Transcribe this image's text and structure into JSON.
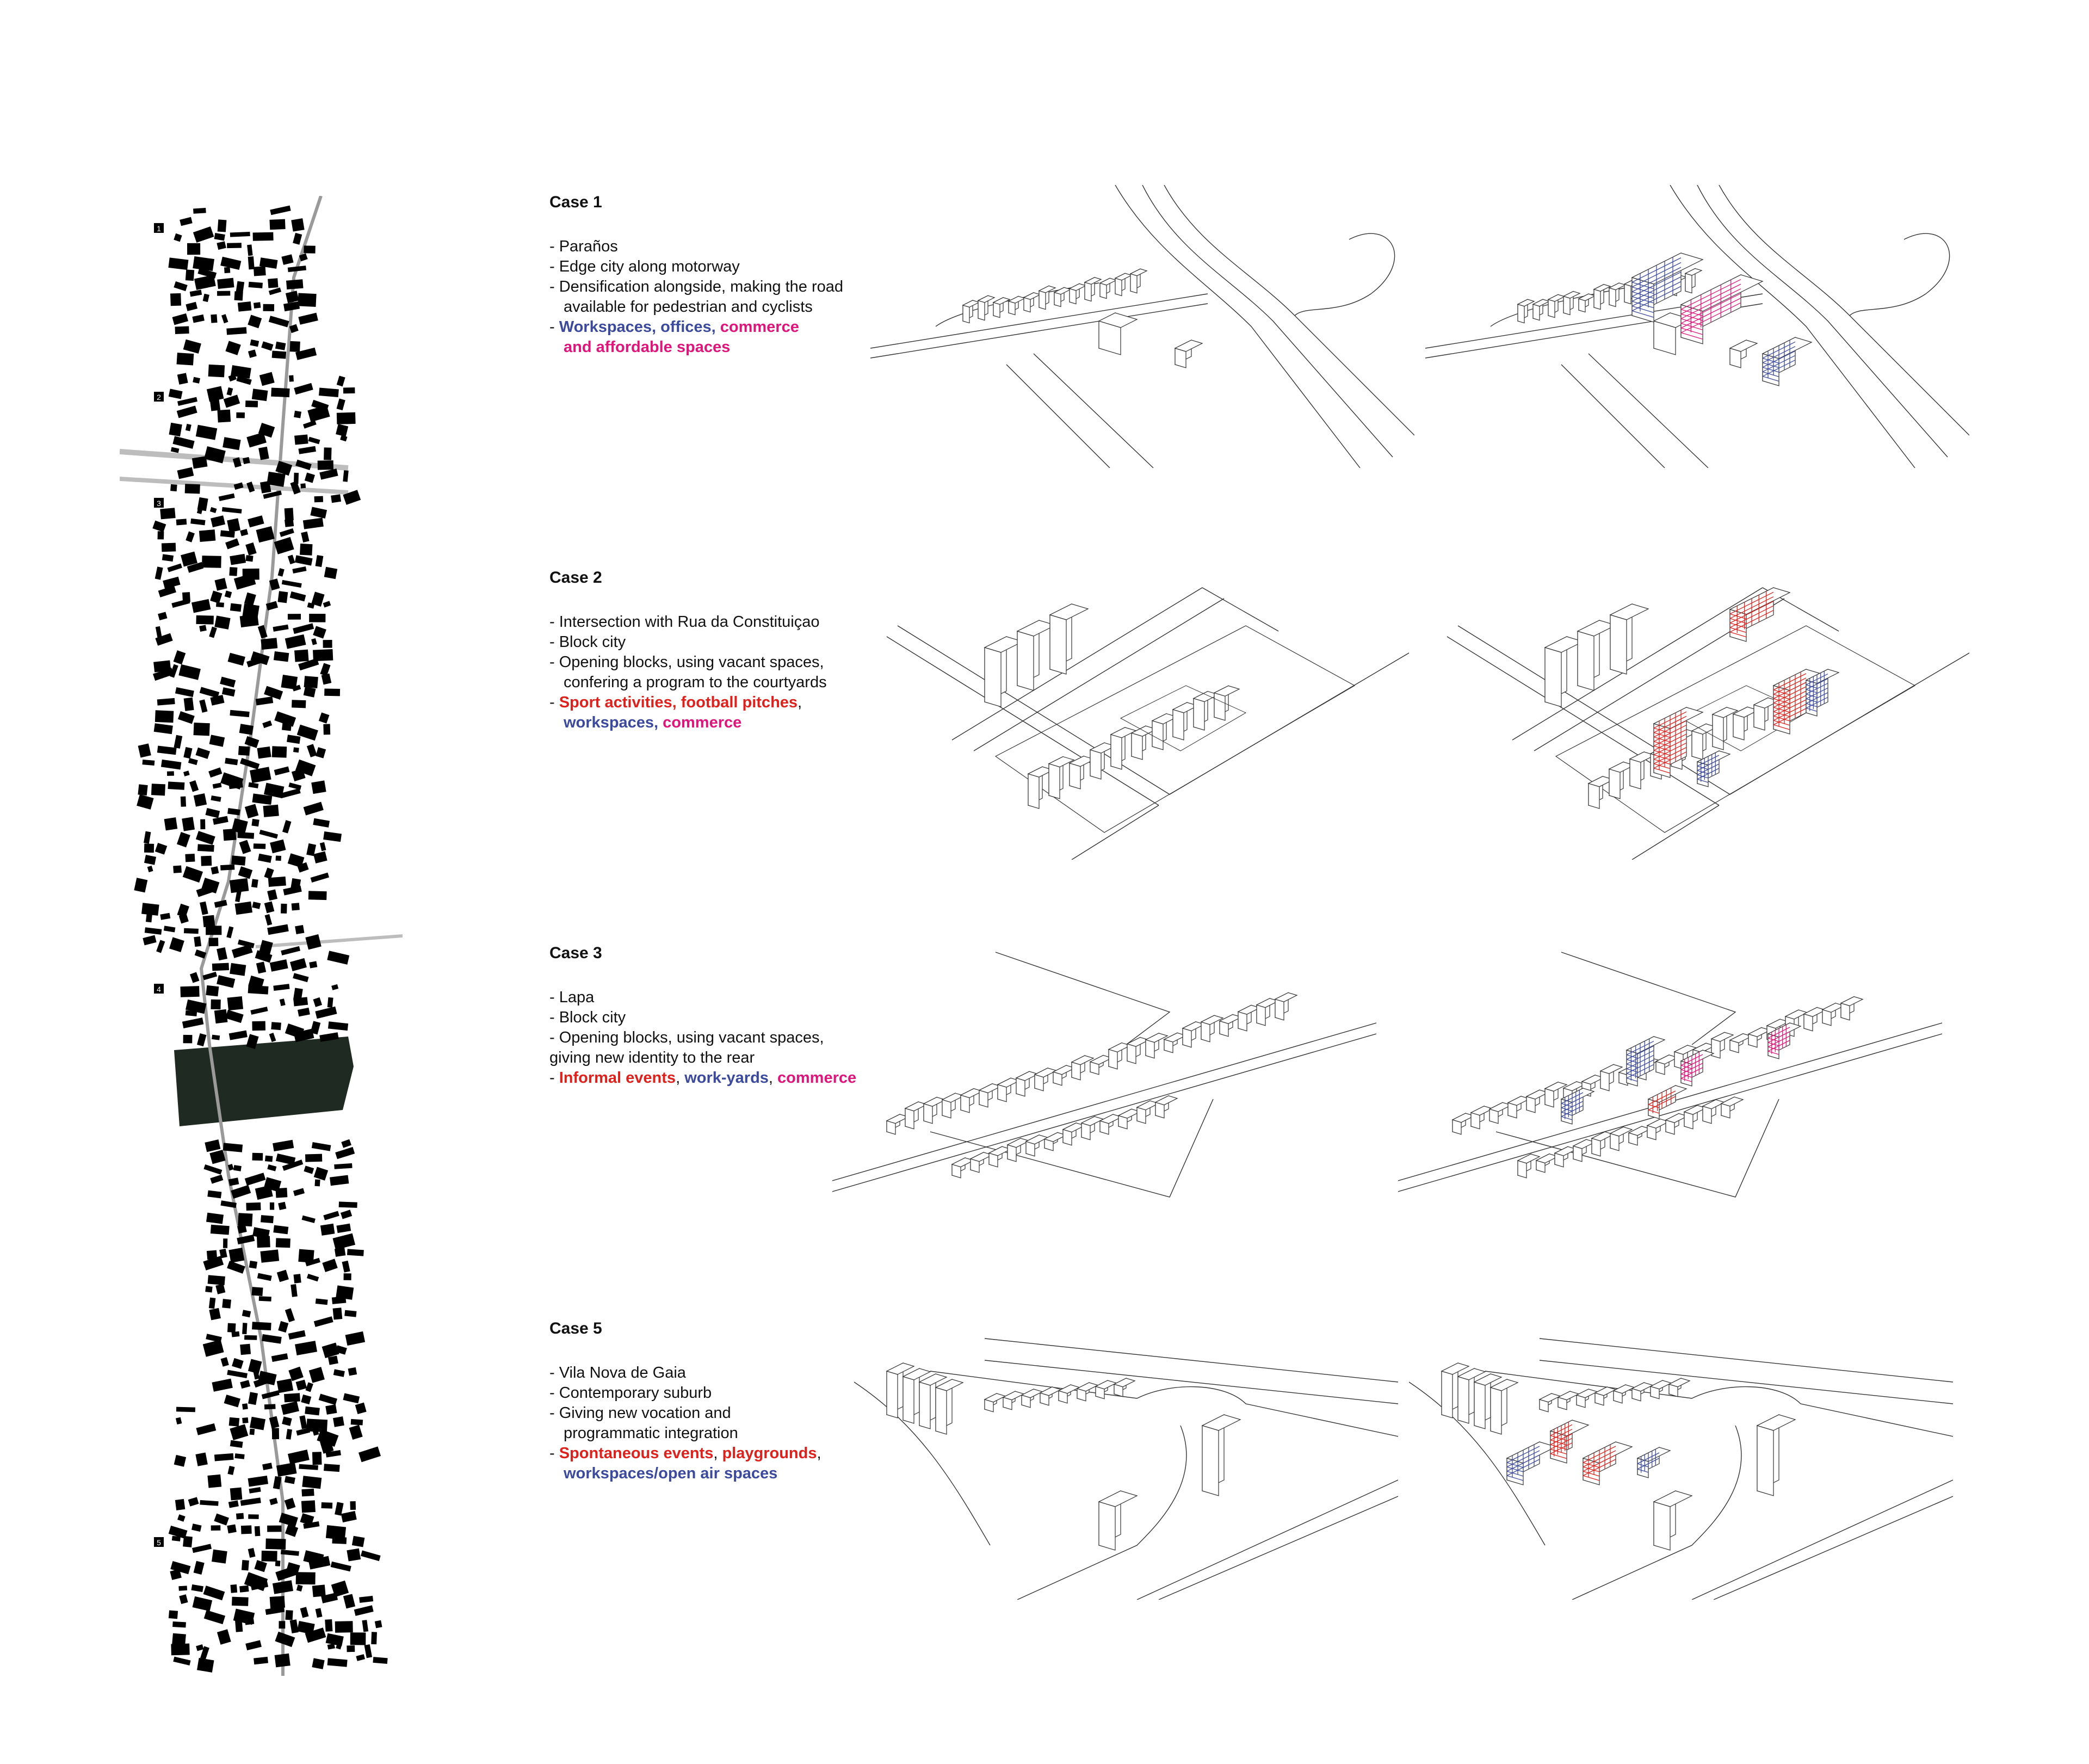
{
  "map": {
    "markers": [
      "1",
      "2",
      "3",
      "4",
      "5"
    ],
    "colors": {
      "buildings": "#000000",
      "river": "#1f2a22",
      "roads": "#9a9a9a"
    }
  },
  "colors": {
    "blue": "#3b4a9e",
    "red": "#e0201b",
    "pink": "#e0147a",
    "line": "#222222"
  },
  "cases": [
    {
      "title": "Case 1",
      "lines": [
        "- Paraños",
        "- Edge city along motorway",
        "- Densification alongside, making the road",
        "available for pedestrian and cyclists"
      ],
      "highlight": {
        "dash": "- ",
        "parts": [
          "Workspaces, offices",
          ", ",
          "commerce"
        ],
        "second": "and affordable spaces"
      }
    },
    {
      "title": "Case 2",
      "lines": [
        "- Intersection with Rua da Constituiçao",
        "- Block city",
        "- Opening blocks, using vacant spaces,",
        "confering a program to the courtyards"
      ],
      "highlight": {
        "dash": "- ",
        "parts": [
          "Sport activities",
          ", ",
          "football pitches",
          ","
        ],
        "second_parts": [
          "workspaces",
          ", ",
          "commerce"
        ]
      }
    },
    {
      "title": "Case 3",
      "lines": [
        "- Lapa",
        "- Block city",
        "- Opening blocks, using vacant spaces,",
        "giving new identity to the rear"
      ],
      "highlight": {
        "dash": "- ",
        "parts": [
          "Informal events",
          ", ",
          "work-yards",
          ", ",
          "commerce"
        ]
      }
    },
    {
      "title": "Case 5",
      "lines": [
        "- Vila Nova de Gaia",
        "- Contemporary suburb",
        "- Giving new vocation and",
        "programmatic integration"
      ],
      "highlight": {
        "dash": "- ",
        "parts": [
          "Spontaneous events",
          ", ",
          "playgrounds",
          ","
        ],
        "second": "workspaces/open air spaces"
      }
    }
  ]
}
